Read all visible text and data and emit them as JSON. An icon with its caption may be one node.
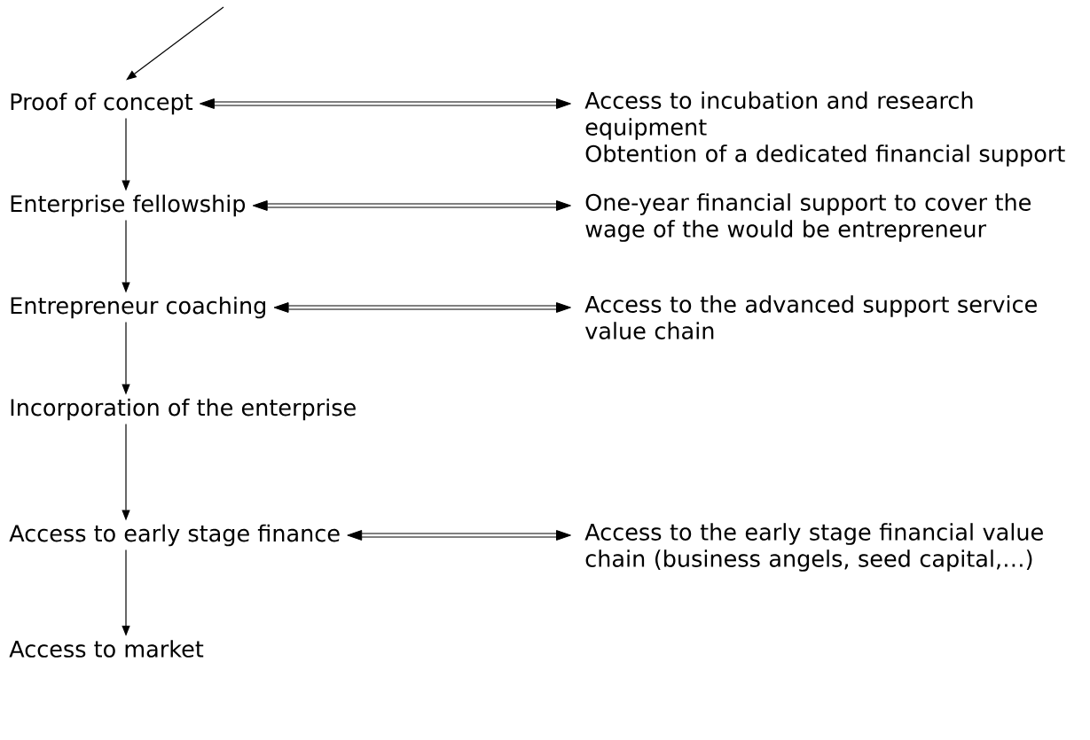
{
  "diagram": {
    "nodes": [
      {
        "text": [
          "Proof of concept"
        ]
      },
      {
        "text": [
          "Enterprise fellowship"
        ]
      },
      {
        "text": [
          "Entrepreneur coaching"
        ]
      },
      {
        "text": [
          "Incorporation of the enterprise"
        ]
      },
      {
        "text": [
          "Access to early stage finance"
        ]
      },
      {
        "text": [
          "Access to market"
        ]
      },
      {
        "text": [
          "Access to incubation and research equipment",
          "Obtention of a dedicated financial support"
        ]
      },
      {
        "text": [
          "One-year financial support to cover the wage of the would be entrepreneur"
        ]
      },
      {
        "text": [
          "Access to the advanced support service value chain"
        ]
      },
      {
        "text": [
          "Access to the early stage financial value chain (business angels, seed capital,…)"
        ]
      }
    ],
    "edges": [
      {
        "from": null,
        "to": 0,
        "arrow": "to"
      },
      {
        "from": 0,
        "to": 1,
        "arrow": "to"
      },
      {
        "from": 1,
        "to": 2,
        "arrow": "to"
      },
      {
        "from": 2,
        "to": 3,
        "arrow": "to"
      },
      {
        "from": 3,
        "to": 4,
        "arrow": "to"
      },
      {
        "from": 4,
        "to": 5,
        "arrow": "to"
      },
      {
        "from": 0,
        "to": 6,
        "arrow": "both",
        "style": "thick"
      },
      {
        "from": 1,
        "to": 7,
        "arrow": "both",
        "style": "thick"
      },
      {
        "from": 2,
        "to": 8,
        "arrow": "both",
        "style": "thick"
      },
      {
        "from": 4,
        "to": 9,
        "arrow": "both",
        "style": "thick"
      }
    ]
  }
}
